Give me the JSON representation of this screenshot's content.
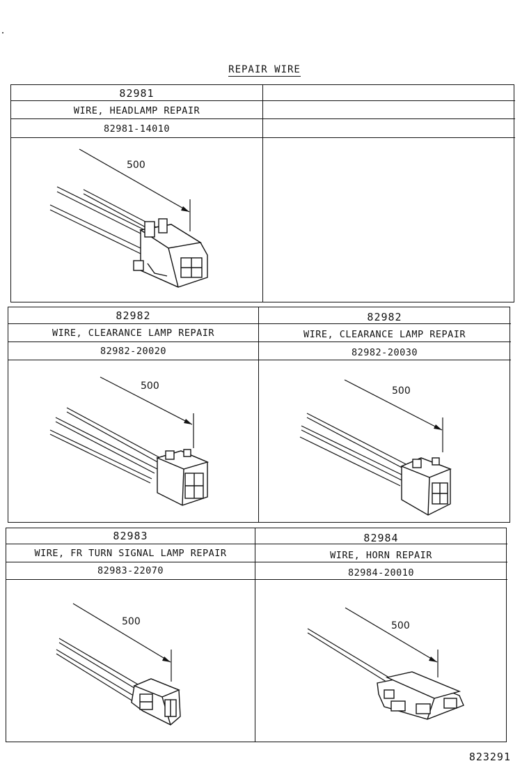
{
  "title": "REPAIR WIRE",
  "footer": "823291",
  "panels": [
    {
      "left": {
        "code": "82981",
        "name": "WIRE, HEADLAMP REPAIR",
        "part": "82981-14010",
        "length": "500"
      },
      "right": {
        "code": "",
        "name": "",
        "part": "",
        "length": ""
      }
    },
    {
      "left": {
        "code": "82982",
        "name": "WIRE, CLEARANCE LAMP REPAIR",
        "part": "82982-20020",
        "length": "500"
      },
      "right": {
        "code": "82982",
        "name": "WIRE, CLEARANCE LAMP REPAIR",
        "part": "82982-20030",
        "length": "500"
      }
    },
    {
      "left": {
        "code": "82983",
        "name": "WIRE, FR TURN SIGNAL LAMP REPAIR",
        "part": "82983-22070",
        "length": "500"
      },
      "right": {
        "code": "82984",
        "name": "WIRE, HORN REPAIR",
        "part": "82984-20010",
        "length": "500"
      }
    }
  ]
}
